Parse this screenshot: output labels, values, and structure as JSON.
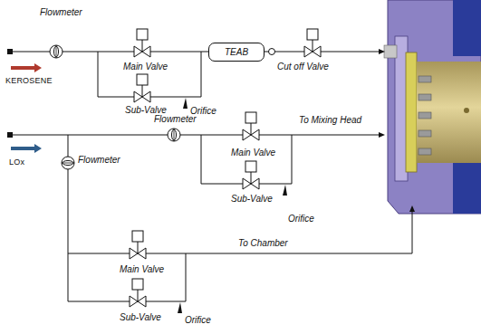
{
  "diagram": {
    "nodes": [
      {
        "text": [
          "TEAB"
        ]
      }
    ],
    "labels": [
      "Flowmeter",
      "KEROSENE",
      "Main Valve",
      "Cut off Valve",
      "Sub-Valve",
      "Orifice",
      "LOx",
      "Flowmeter",
      "To Mixing Head",
      "Main Valve",
      "Sub-Valve",
      "Orifice",
      "Flowmeter",
      "Main Valve",
      "To Chamber",
      "Sub-Valve",
      "Orifice"
    ]
  }
}
